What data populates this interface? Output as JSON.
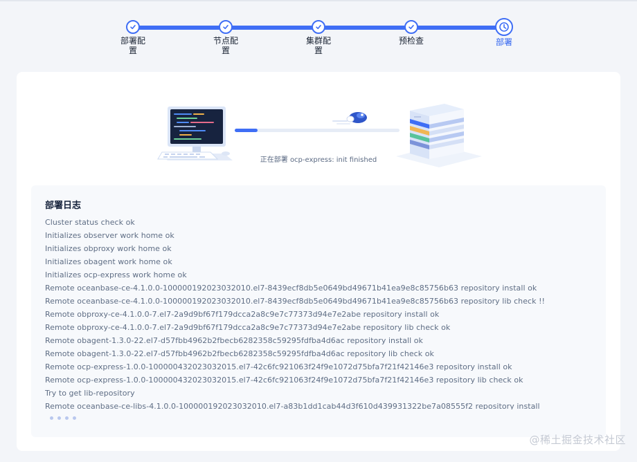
{
  "steps": [
    {
      "label": "部署配置",
      "status": "done"
    },
    {
      "label": "节点配置",
      "status": "done"
    },
    {
      "label": "集群配置",
      "status": "done"
    },
    {
      "label": "预检查",
      "status": "done"
    },
    {
      "label": "部署",
      "status": "current"
    }
  ],
  "colors": {
    "accent": "#3f6ef5",
    "background": "#f3f5f9",
    "card": "#ffffff",
    "log_bg": "#f7f9fc"
  },
  "icons": {
    "done": "check-icon",
    "current": "clock-icon"
  },
  "deploy": {
    "progress": 0.14,
    "status_text": "正在部署 ocp-express: init finished"
  },
  "log": {
    "title": "部署日志",
    "lines": [
      "Cluster status check ok",
      "Initializes observer work home ok",
      "Initializes obproxy work home ok",
      "Initializes obagent work home ok",
      "Initializes ocp-express work home ok",
      "Remote oceanbase-ce-4.1.0.0-100000192023032010.el7-8439ecf8db5e0649bd49671b41ea9e8c85756b63 repository install ok",
      "Remote oceanbase-ce-4.1.0.0-100000192023032010.el7-8439ecf8db5e0649bd49671b41ea9e8c85756b63 repository lib check !!",
      "Remote obproxy-ce-4.1.0.0-7.el7-2a9d9bf67f179dcca2a8c9e7c77373d94e7e2abe repository install ok",
      "Remote obproxy-ce-4.1.0.0-7.el7-2a9d9bf67f179dcca2a8c9e7c77373d94e7e2abe repository lib check ok",
      "Remote obagent-1.3.0-22.el7-d57fbb4962b2fbecb6282358c59295fdfba4d6ac repository install ok",
      "Remote obagent-1.3.0-22.el7-d57fbb4962b2fbecb6282358c59295fdfba4d6ac repository lib check ok",
      "Remote ocp-express-1.0.0-100000432023032015.el7-42c6fc921063f24f9e1072d75bfa7f21f42146e3 repository install ok",
      "Remote ocp-express-1.0.0-100000432023032015.el7-42c6fc921063f24f9e1072d75bfa7f21f42146e3 repository lib check ok",
      "Try to get lib-repository",
      "Remote oceanbase-ce-libs-4.1.0.0-100000192023032010.el7-a83b1dd1cab44d3f610d439931322be7a08555f2 repository install"
    ]
  },
  "watermark": "@稀土掘金技术社区"
}
